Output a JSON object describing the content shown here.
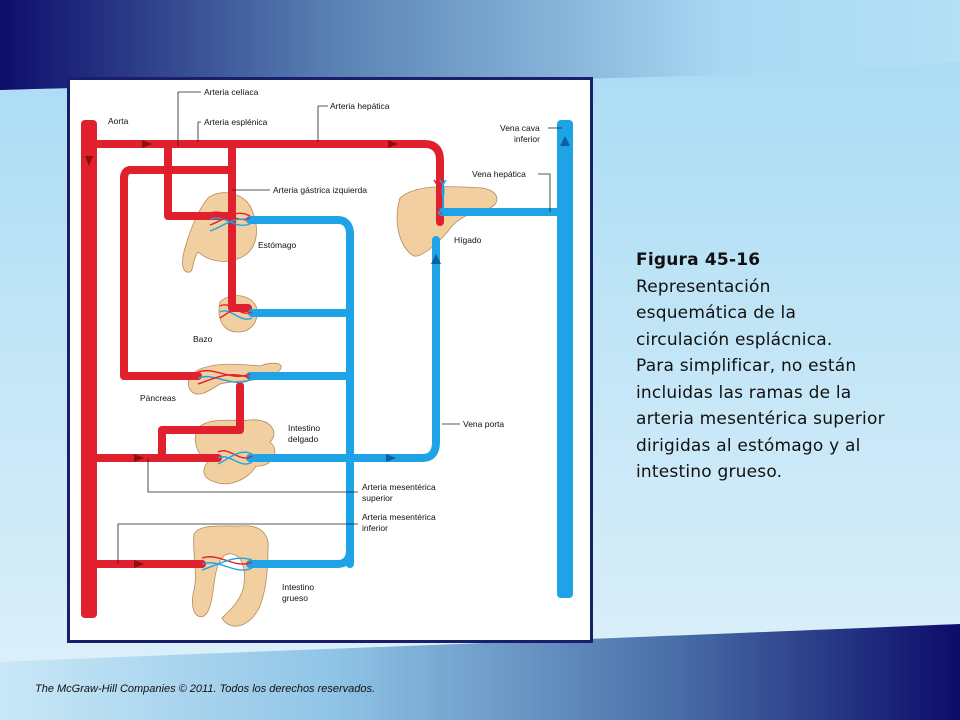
{
  "caption": {
    "title": "Figura 45-16",
    "body": "Representación\nesquemática de la\ncirculación esplácnica.\nPara simplificar, no están\nincluidas las ramas de la\narteria mesentérica superior\ndirigidas al estómago y al\nintestino grueso."
  },
  "footer": "The McGraw-Hill Companies © 2011. Todos los derechos reservados.",
  "labels": {
    "aorta": "Aorta",
    "celiaca": "Arteria celíaca",
    "esplenica": "Arteria esplénica",
    "hepatica": "Arteria hepática",
    "gastrica_izq": "Arteria gástrica izquierda",
    "estomago": "Estómago",
    "bazo": "Bazo",
    "pancreas": "Páncreas",
    "intestino_delgado_1": "Intestino",
    "intestino_delgado_2": "delgado",
    "mes_sup_1": "Arteria mesentérica",
    "mes_sup_2": "superior",
    "mes_inf_1": "Arteria mesentérica",
    "mes_inf_2": "inferior",
    "intestino_grueso_1": "Intestino",
    "intestino_grueso_2": "grueso",
    "vena_cava_1": "Vena cava",
    "vena_cava_2": "inferior",
    "vena_hepatica": "Vena hepática",
    "higado": "Hígado",
    "vena_porta": "Vena porta"
  },
  "colors": {
    "artery": "#e0202c",
    "vein": "#1ea3e6",
    "organ": "#f2cfa1",
    "frame": "#1a1f6b",
    "band_dark": "#0f0f6e",
    "band_light": "#a9dcf5"
  }
}
